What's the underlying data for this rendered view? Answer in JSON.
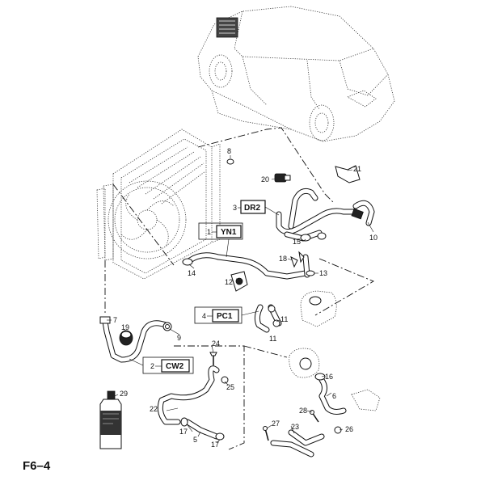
{
  "page_label": "F6–4",
  "codes": [
    {
      "num": "3",
      "code": "DR2"
    },
    {
      "num": "1",
      "code": "YN1"
    },
    {
      "num": "4",
      "code": "PC1"
    },
    {
      "num": "2",
      "code": "CW2"
    }
  ],
  "callouts": {
    "c5": "5",
    "c6": "6",
    "c7": "7",
    "c8": "8",
    "c9": "9",
    "c10": "10",
    "c11a": "11",
    "c11b": "11",
    "c12": "12",
    "c13": "13",
    "c14": "14",
    "c15": "15",
    "c16": "16",
    "c17a": "17",
    "c17b": "17",
    "c18": "18",
    "c19": "19",
    "c20": "20",
    "c21": "21",
    "c22": "22",
    "c23": "23",
    "c24": "24",
    "c25": "25",
    "c26": "26",
    "c27": "27",
    "c28": "28",
    "c29": "29"
  }
}
